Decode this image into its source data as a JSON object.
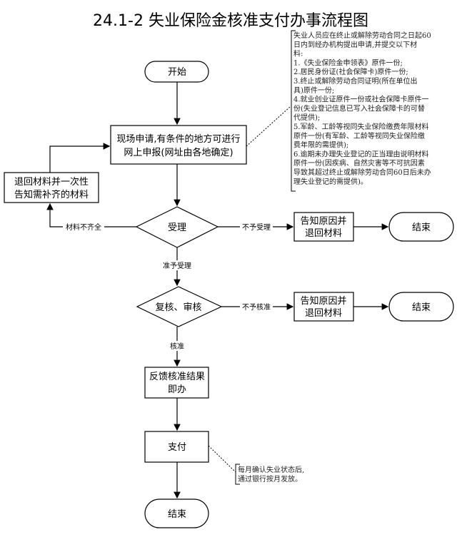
{
  "title": "24.1-2 失业保险金核准支付办事流程图",
  "nodes": {
    "start": "开始",
    "apply": [
      "现场申请,有条件的地方可进行",
      "网上申报(网址由各地确定)"
    ],
    "return_materials": [
      "退回材料并一次性",
      "告知需补齐的材料"
    ],
    "accept": "受理",
    "reject_accept_box": [
      "告知原因并",
      "退回材料"
    ],
    "end1": "结束",
    "review": "复核、审核",
    "reject_review_box": [
      "告知原因并",
      "退回材料"
    ],
    "end2": "结束",
    "feedback": [
      "反馈核准结果",
      "即办"
    ],
    "pay": "支付",
    "end3": "结束"
  },
  "edge_labels": {
    "incomplete": "材料不齐全",
    "not_accepted": "不予受理",
    "accepted": "准予受理",
    "not_approved": "不予核准",
    "approved": "核准"
  },
  "notes": {
    "application": [
      "失业人员应在终止或解除劳动合同之日起60",
      "日内到经办机构提出申请,并提交以下材",
      "料:",
      "1.《失业保险金申领表》原件一份;",
      "2.居民身份证(社会保障卡)原件一份;",
      "3.终止或解除劳动合同证明(所在单位出",
      "具)原件一份;",
      "4.就业创业证原件一份或社会保障卡原件一",
      "份(失业登记信息已写入社会保障卡的可替",
      "代提供);",
      "5.军龄、工龄等视同失业保险缴费年限材料",
      "原件一份(有军龄、工龄等视同失业保险缴",
      "费年限的需提供);",
      "6.逾期未办理失业登记的正当理由说明材料",
      "原件一份(因疾病、自然灾害等不可抗因素",
      "导致其超过终止或解除劳动合同60日后未办",
      "理失业登记的需提供)。"
    ],
    "payment": [
      "每月确认失业状态后,",
      "通过银行按月发放。"
    ]
  }
}
